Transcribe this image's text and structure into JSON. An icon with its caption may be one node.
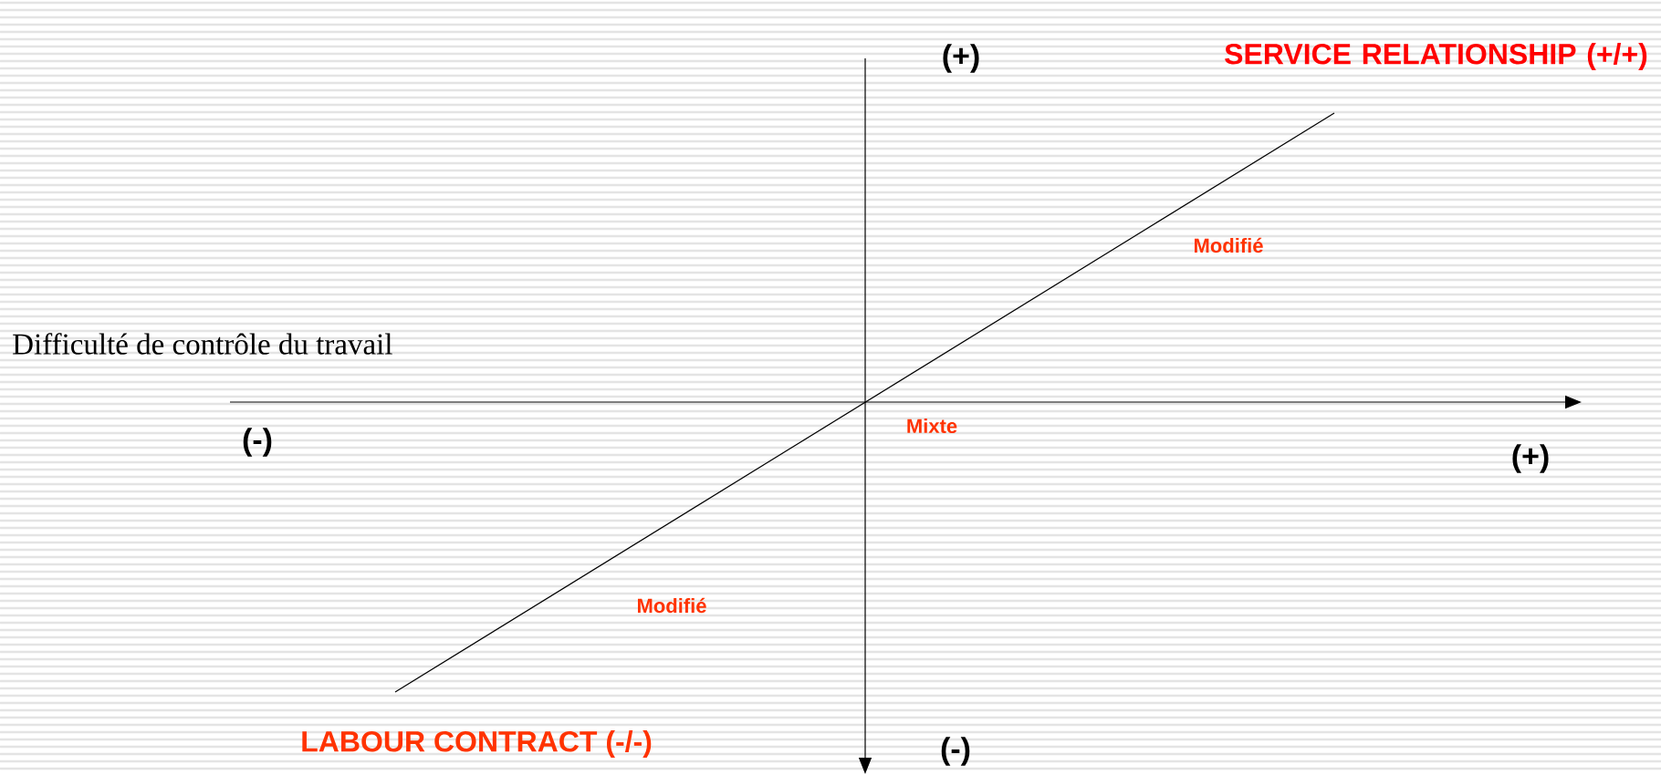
{
  "diagram": {
    "labels": [
      "(+)",
      "SERVICE RELATIONSHIP (+/+)",
      "Modifié",
      "Difficulté de contrôle du travail",
      "(-)",
      "Mixte",
      "(+)",
      "Modifié",
      "LABOUR CONTRACT (-/-)",
      "(-)"
    ]
  }
}
